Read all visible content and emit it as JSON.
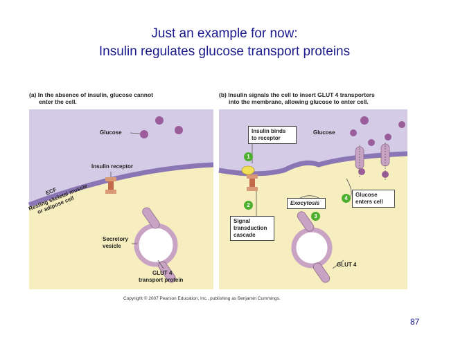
{
  "title": {
    "line1": "Just an example for now:",
    "line2": "Insulin regulates glucose transport proteins"
  },
  "panel_a": {
    "caption_line1": "(a) In the absence of insulin, glucose cannot",
    "caption_line2": "enter the cell.",
    "glucose": "Glucose",
    "insulin_receptor": "Insulin receptor",
    "ecf": "ECF",
    "cell_label_line1": "Resting skeletal muscle",
    "cell_label_line2": "or adipose cell",
    "secretory_line1": "Secretory",
    "secretory_line2": "vesicle",
    "glut_line1": "GLUT 4",
    "glut_line2": "transport protein"
  },
  "panel_b": {
    "caption_line1": "(b) Insulin signals the cell to insert GLUT 4 transporters",
    "caption_line2": "into the membrane, allowing glucose to enter cell.",
    "insulin_binds_line1": "Insulin binds",
    "insulin_binds_line2": "to receptor",
    "glucose": "Glucose",
    "exocytosis": "Exocytosis",
    "glucose_enters_line1": "Glucose",
    "glucose_enters_line2": "enters cell",
    "signal_line1": "Signal",
    "signal_line2": "transduction",
    "signal_line3": "cascade",
    "glut": "GLUT 4",
    "steps": [
      "1",
      "2",
      "3",
      "4"
    ]
  },
  "copyright": "Copyright © 2007 Pearson Education, Inc., publishing as Benjamin Cummings.",
  "page_number": "87",
  "colors": {
    "ecf": "#d4cbe6",
    "cytoplasm": "#f7eebf",
    "membrane": "#8a76b4",
    "glucose": "#9a5d9a",
    "vesicle": "#c9a3c4",
    "step": "#4caf2e",
    "title_text": "#1a1a8c"
  }
}
